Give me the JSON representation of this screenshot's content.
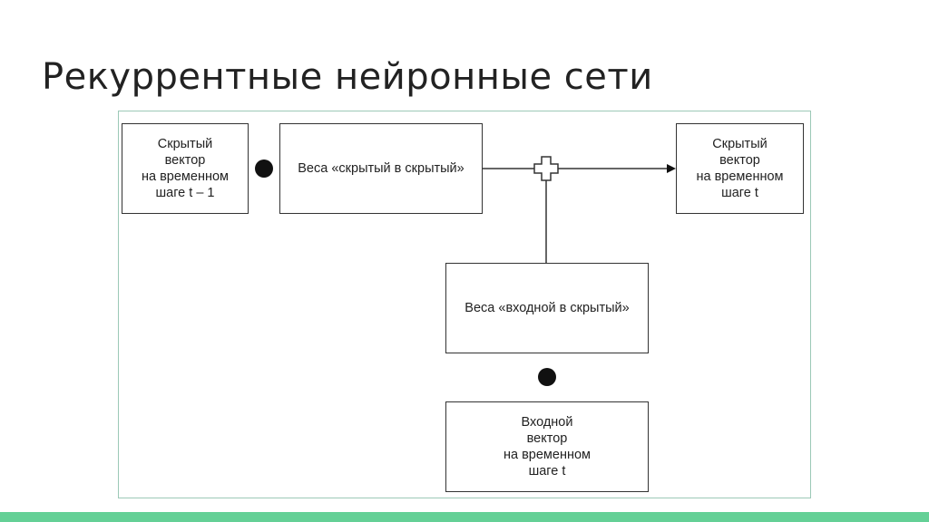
{
  "slide": {
    "title": "Рекуррентные нейронные сети"
  },
  "diagram": {
    "nodes": {
      "hidden_prev": {
        "lines": [
          "Скрытый",
          "вектор",
          "на временном",
          "шаге t – 1"
        ]
      },
      "weights_hh": {
        "lines": [
          "Веса «скрытый в скрытый»"
        ]
      },
      "hidden_curr": {
        "lines": [
          "Скрытый",
          "вектор",
          "на временном",
          "шаге t"
        ]
      },
      "weights_ih": {
        "lines": [
          "Веса «входной в скрытый»"
        ]
      },
      "input_curr": {
        "lines": [
          "Входной",
          "вектор",
          "на временном",
          "шаге t"
        ]
      }
    },
    "operators": {
      "multiply": "dot-product",
      "add": "plus"
    },
    "colors": {
      "frame": "#9cc9b7",
      "accent_bar": "#64d096",
      "stroke": "#333333"
    }
  }
}
